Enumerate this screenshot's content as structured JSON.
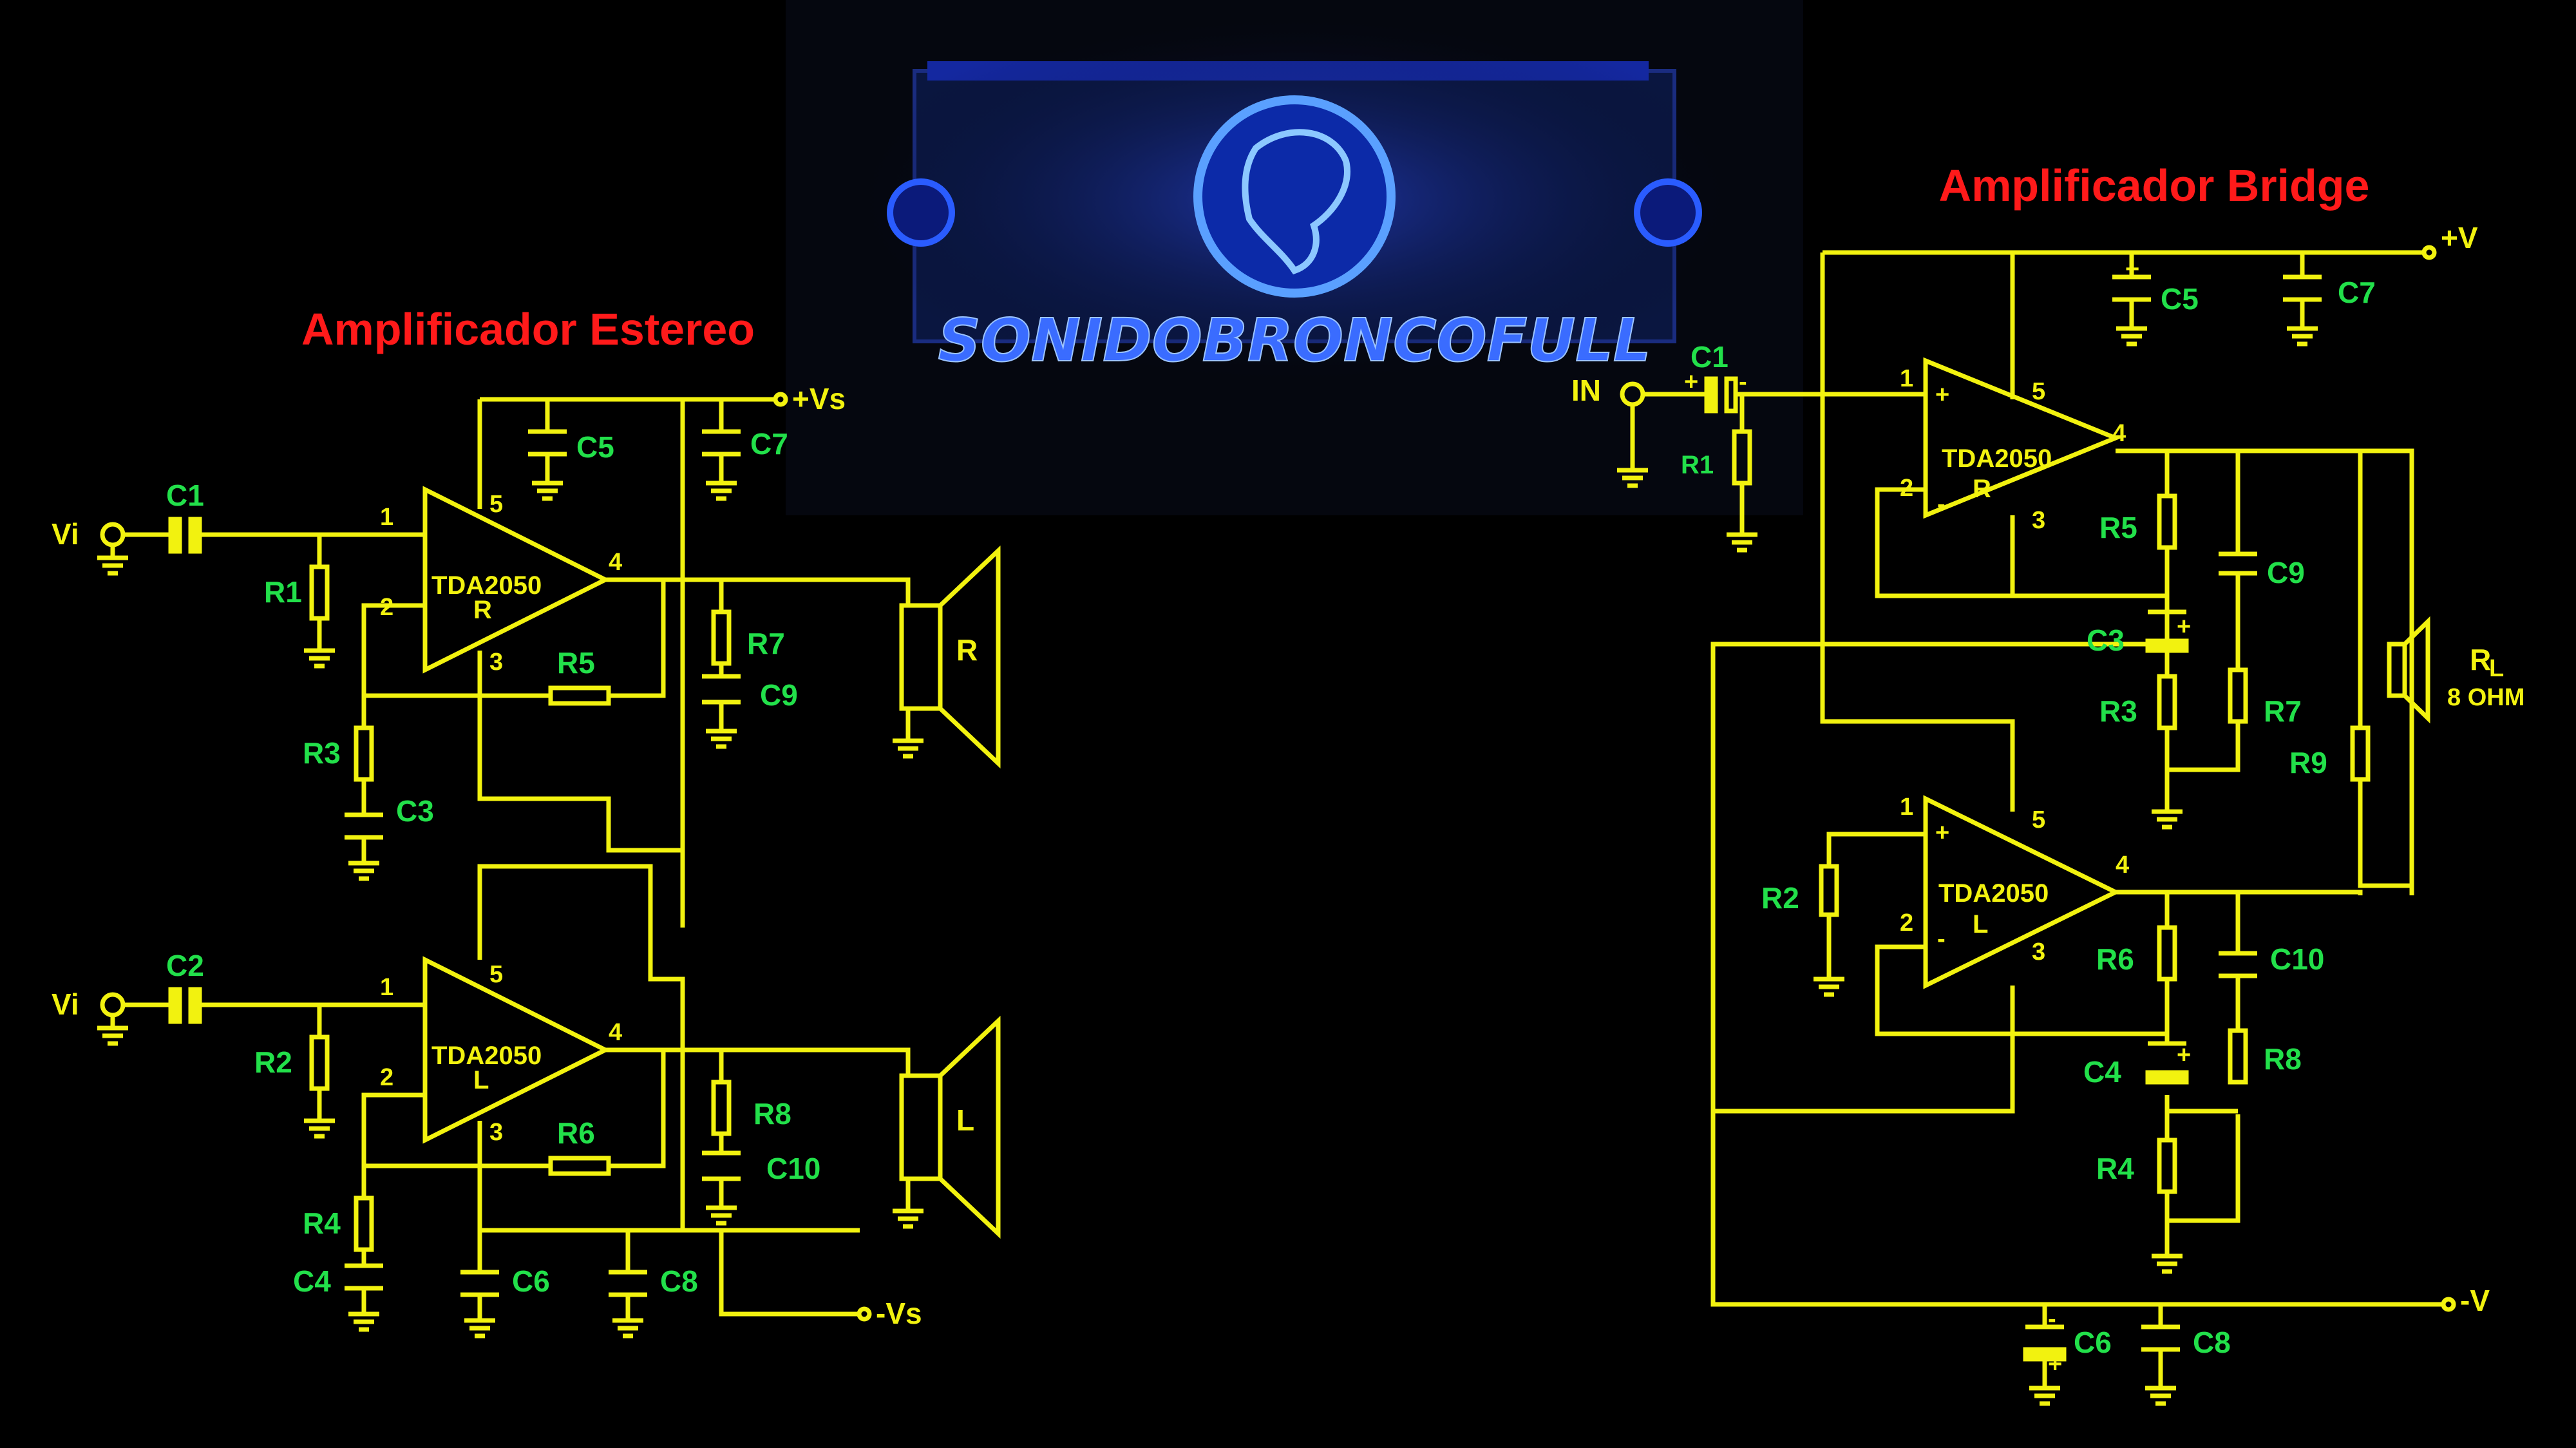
{
  "titles": {
    "stereo": "Amplificador Estereo",
    "bridge": "Amplificador Bridge"
  },
  "logo": {
    "text": "SONIDOBRONCOFULL",
    "emblem": "horse-head-emblem",
    "color": "#1e4fff"
  },
  "colors": {
    "background": "#000000",
    "wire": "#f2f20f",
    "component_label": "#22e04a",
    "title": "#ff1a1a"
  },
  "stereo": {
    "amps": [
      {
        "chip": "TDA2050",
        "channel": "R"
      },
      {
        "chip": "TDA2050",
        "channel": "L"
      }
    ],
    "inputs": [
      "Vi",
      "Vi"
    ],
    "rails": {
      "pos": "+Vs",
      "neg": "-Vs"
    },
    "speakers": [
      "R",
      "L"
    ],
    "labels": {
      "C1": "C1",
      "C2": "C2",
      "R1": "R1",
      "R2": "R2",
      "R3": "R3",
      "R4": "R4",
      "R5": "R5",
      "R6": "R6",
      "R7": "R7",
      "R8": "R8",
      "C3": "C3",
      "C4": "C4",
      "C5": "C5",
      "C6": "C6",
      "C7": "C7",
      "C8": "C8",
      "C9": "C9",
      "C10": "C10"
    },
    "pins": {
      "p1": "1",
      "p2": "2",
      "p3": "3",
      "p4": "4",
      "p5": "5"
    }
  },
  "bridge": {
    "amps": [
      {
        "chip": "TDA2050",
        "channel": "R"
      },
      {
        "chip": "TDA2050",
        "channel": "L"
      }
    ],
    "input": "IN",
    "rails": {
      "pos": "+V",
      "neg": "-V"
    },
    "load": {
      "name": "R",
      "sub": "L",
      "value": "8 OHM"
    },
    "labels": {
      "C1": "C1",
      "R1": "R1",
      "R2": "R2",
      "R3": "R3",
      "R4": "R4",
      "R5": "R5",
      "R6": "R6",
      "R7": "R7",
      "R8": "R8",
      "R9": "R9",
      "C3": "C3",
      "C4": "C4",
      "C5": "C5",
      "C6": "C6",
      "C7": "C7",
      "C9": "C9",
      "C10": "C10"
    },
    "pins": {
      "p1": "1",
      "p2": "2",
      "p3": "3",
      "p4": "4",
      "p5": "5"
    },
    "signs": {
      "plus": "+",
      "minus": "-"
    }
  }
}
